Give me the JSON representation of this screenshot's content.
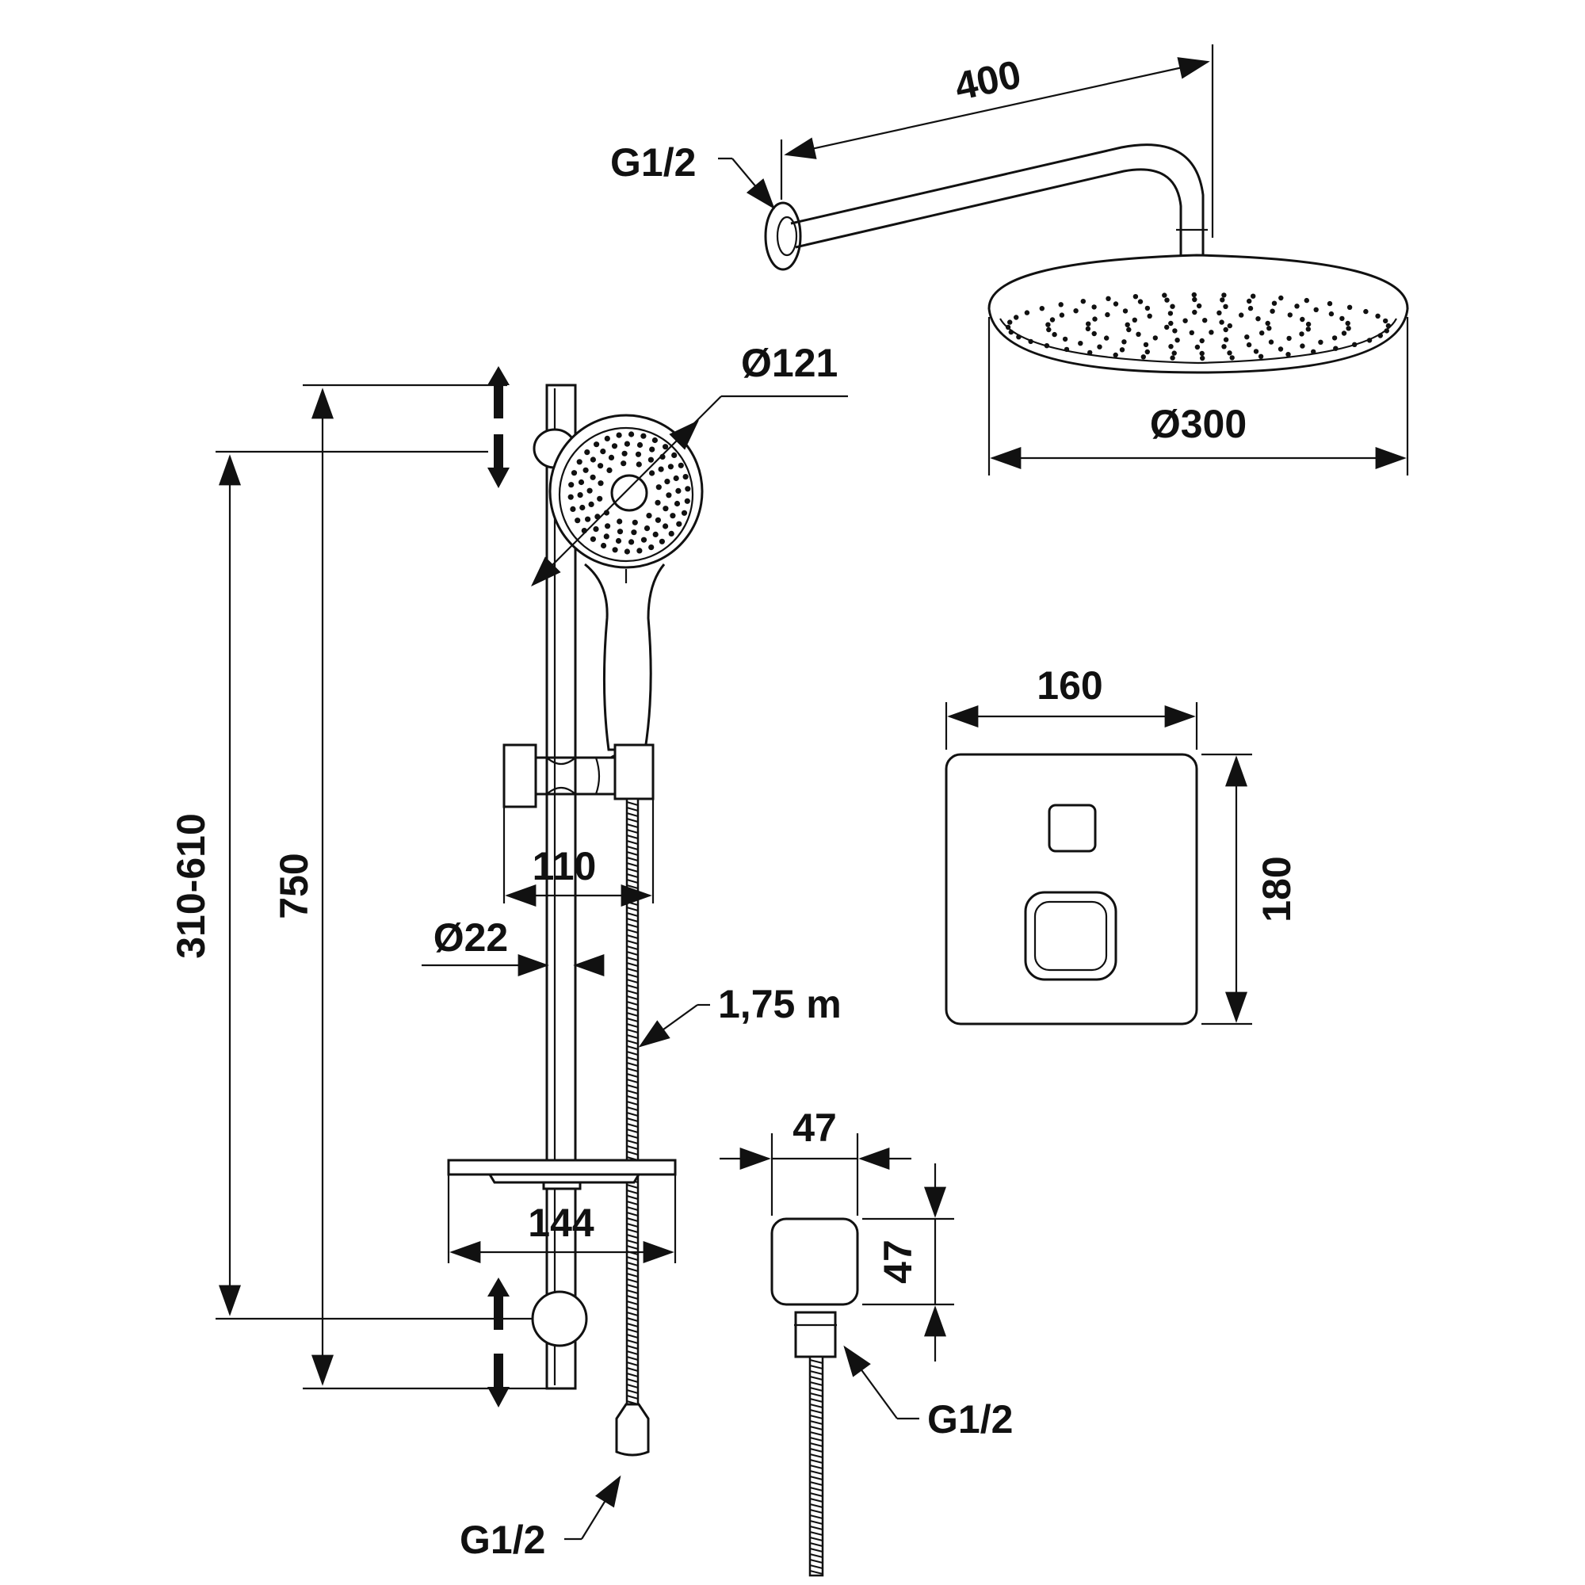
{
  "diagram": {
    "labels": {
      "arm_length": "400",
      "arm_inlet": "G1/2",
      "head_diameter": "Ø121",
      "overhead_diameter": "Ø300",
      "slide_range": "310-610",
      "bar_length": "750",
      "holder_depth": "110",
      "bar_diameter": "Ø22",
      "hose_length": "1,75 m",
      "soap_dish_width": "144",
      "hose_outlet": "G1/2",
      "valve_width": "160",
      "valve_height": "180",
      "elbow_width": "47",
      "elbow_height": "47",
      "elbow_outlet": "G1/2"
    },
    "colors": {
      "line": "#111111",
      "background": "#ffffff"
    }
  }
}
